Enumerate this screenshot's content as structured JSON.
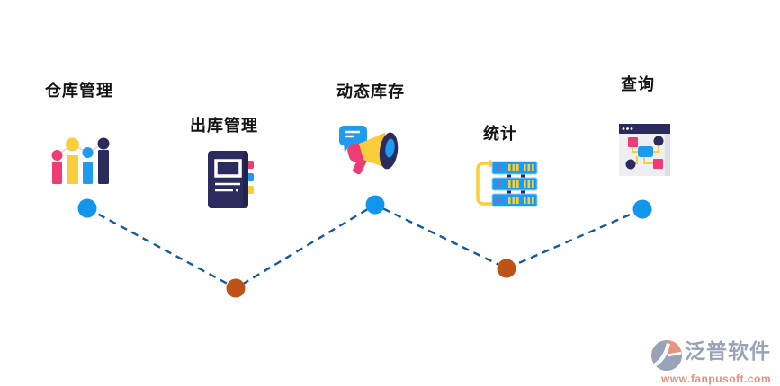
{
  "diagram": {
    "stages": [
      {
        "label": "仓库管理",
        "icon": "bar-chart-icon"
      },
      {
        "label": "出库管理",
        "icon": "notebook-icon"
      },
      {
        "label": "动态库存",
        "icon": "megaphone-icon"
      },
      {
        "label": "统计",
        "icon": "server-stack-icon"
      },
      {
        "label": "查询",
        "icon": "browser-flowchart-icon"
      }
    ],
    "timeline": {
      "line_color": "#15599E",
      "line_style": "dashed",
      "node_colors": [
        "#1296EC",
        "#BF5317",
        "#1296EC",
        "#BF5317",
        "#1296EC"
      ]
    }
  },
  "palette": {
    "pink": "#EE3D72",
    "yellow": "#FACD3D",
    "blue": "#1E9BF0",
    "navy": "#2B2B5E",
    "dot_blue": "#1296EC",
    "dot_orange": "#BF5317",
    "dash_blue": "#15599E",
    "watermark_gray": "#99A3B7",
    "watermark_salmon": "#E78F7C"
  },
  "watermark": {
    "brand": "泛普软件",
    "url": "www.fanpusoft.com"
  }
}
